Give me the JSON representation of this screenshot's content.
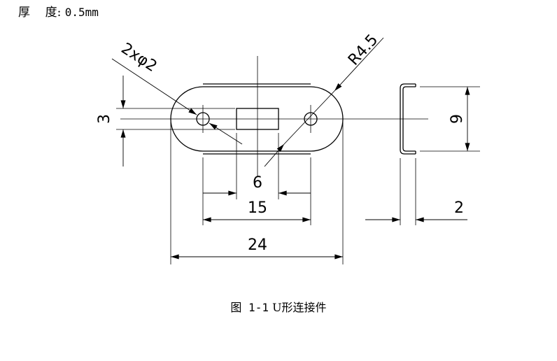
{
  "header": {
    "thickness_label": "厚    度:",
    "thickness_value": "0.5mm"
  },
  "drawing": {
    "dims": {
      "holes": "2xφ2",
      "radius": "R4.5",
      "height_left": "3",
      "hole_spacing": "6",
      "slot_width": "15",
      "overall_length": "24",
      "side_height": "9",
      "side_width": "2"
    }
  },
  "caption": {
    "number": "图 1-1",
    "title": "U形连接件"
  }
}
